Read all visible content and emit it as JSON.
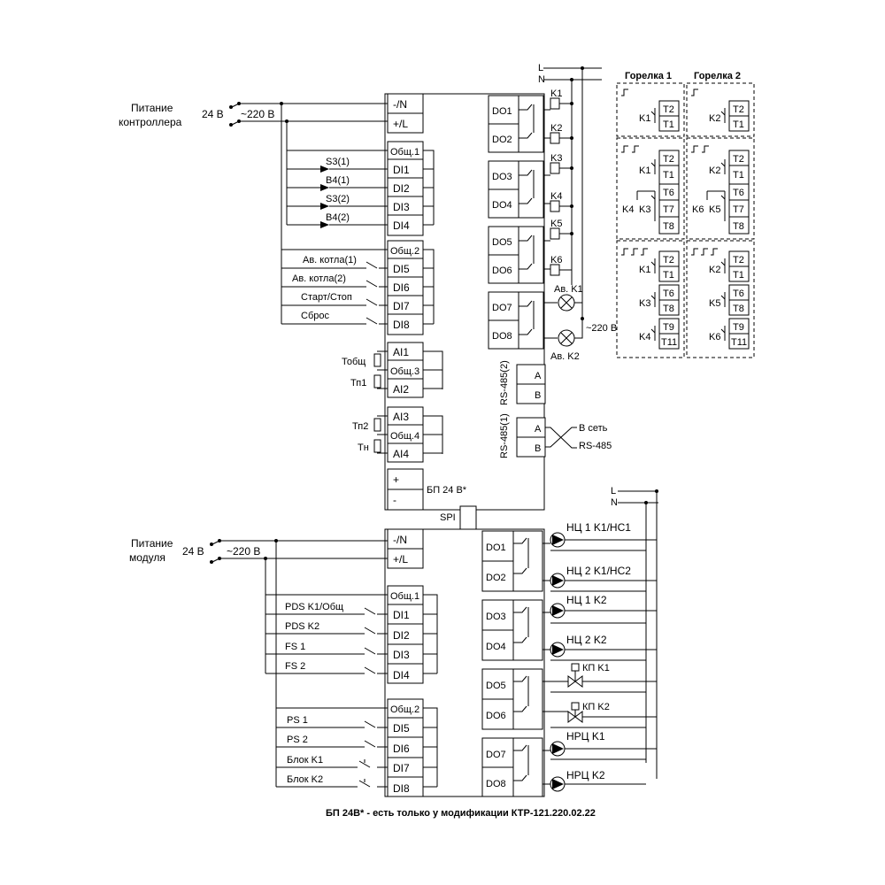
{
  "controller": {
    "power_title_1": "Питание",
    "power_title_2": "контроллера",
    "voltage_dc": "24 В",
    "voltage_ac": "~220 В",
    "power_terminals": [
      "-/N",
      "+/L"
    ],
    "di_group1": [
      "Общ.1",
      "DI1",
      "DI2",
      "DI3",
      "DI4"
    ],
    "di_group2": [
      "Общ.2",
      "DI5",
      "DI6",
      "DI7",
      "DI8"
    ],
    "ai_group1": [
      "AI1",
      "Общ.3",
      "AI2"
    ],
    "ai_group2": [
      "AI3",
      "Общ.4",
      "AI4"
    ],
    "psu_terminals": [
      "+",
      "-"
    ],
    "psu_label": "БП 24 В*",
    "do_outputs": [
      "DO1",
      "DO2",
      "DO3",
      "DO4",
      "DO5",
      "DO6",
      "DO7",
      "DO8"
    ],
    "rs485_2": "RS-485(2)",
    "rs485_1": "RS-485(1)",
    "rs_terminals": [
      "A",
      "B"
    ],
    "di_signals": [
      "S3(1)",
      "B4(1)",
      "S3(2)",
      "B4(2)"
    ],
    "di2_signals": [
      "Ав. котла(1)",
      "Ав. котла(2)",
      "Старт/Стоп",
      "Сброс"
    ],
    "sensors": [
      "Тобщ",
      "Тп1",
      "Тп2",
      "Тн"
    ],
    "relays": [
      "K1",
      "K2",
      "K3",
      "K4",
      "K5",
      "K6"
    ],
    "lamps": [
      "Ав. K1",
      "Ав. K2"
    ],
    "lamp_supply": "~220 В",
    "network_1": "В сеть",
    "network_2": "RS-485",
    "line_L": "L",
    "line_N": "N"
  },
  "interface": "SPI",
  "burners": {
    "titles": [
      "Горелка 1",
      "Горелка 2"
    ],
    "relays_1": [
      "K1",
      "K1",
      "K4",
      "K3",
      "K1",
      "K3",
      "K4"
    ],
    "relays_2": [
      "K2",
      "K2",
      "K6",
      "K5",
      "K2",
      "K5",
      "K6"
    ],
    "terminals_stage1": [
      "T2",
      "T1"
    ],
    "terminals_stage2": [
      "T2",
      "T1",
      "T6",
      "T7",
      "T8"
    ],
    "terminals_stage3": [
      "T2",
      "T1",
      "T6",
      "T8",
      "T9",
      "T11"
    ]
  },
  "module": {
    "power_title_1": "Питание",
    "power_title_2": "модуля",
    "voltage_dc": "24 В",
    "voltage_ac": "~220 В",
    "power_terminals": [
      "-/N",
      "+/L"
    ],
    "di_group1": [
      "Общ.1",
      "DI1",
      "DI2",
      "DI3",
      "DI4"
    ],
    "di_group2": [
      "Общ.2",
      "DI5",
      "DI6",
      "DI7",
      "DI8"
    ],
    "do_outputs": [
      "DO1",
      "DO2",
      "DO3",
      "DO4",
      "DO5",
      "DO6",
      "DO7",
      "DO8"
    ],
    "di_signals": [
      "PDS K1/Общ",
      "PDS K2",
      "FS 1",
      "FS 2",
      "PS 1",
      "PS 2",
      "Блок K1",
      "Блок K2"
    ],
    "loads": [
      "НЦ 1 K1/НС1",
      "НЦ 2 K1/НС2",
      "НЦ 1 K2",
      "НЦ 2 K2",
      "КП K1",
      "КП K2",
      "НРЦ K1",
      "НРЦ K2"
    ],
    "line_L": "L",
    "line_N": "N"
  },
  "footnote": "БП 24В* - есть только у модификации КТР-121.220.02.22"
}
